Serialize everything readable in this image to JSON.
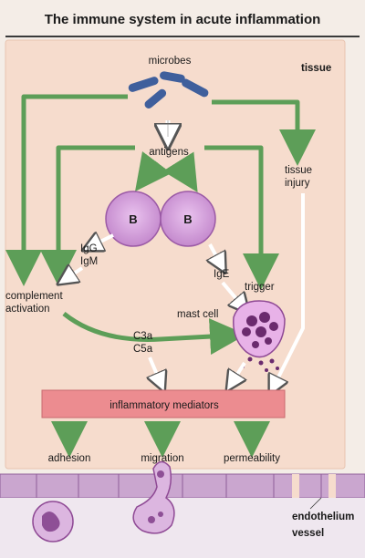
{
  "title": "The immune system in acute inflammation",
  "labels": {
    "tissue": "tissue",
    "microbes": "microbes",
    "antigens": "antigens",
    "tissue_injury_1": "tissue",
    "tissue_injury_2": "injury",
    "b_cell": "B",
    "igg": "IgG",
    "igm": "IgM",
    "ige": "IgE",
    "trigger": "trigger",
    "complement_1": "complement",
    "complement_2": "activation",
    "mast_cell": "mast cell",
    "c3a": "C3a",
    "c5a": "C5a",
    "mediators": "inflammatory mediators",
    "adhesion": "adhesion",
    "migration": "migration",
    "permeability": "permeability",
    "endothelium": "endothelium",
    "vessel": "vessel"
  },
  "colors": {
    "tissue_bg": "#f6dccd",
    "green_arrow": "#5d9e58",
    "microbe": "#3f5f9c",
    "b_cell": "#d9a6e0",
    "mediator_bar": "#ec8c90",
    "endothelium": "#caa6cf",
    "mast_granule": "#6b2b6e"
  }
}
